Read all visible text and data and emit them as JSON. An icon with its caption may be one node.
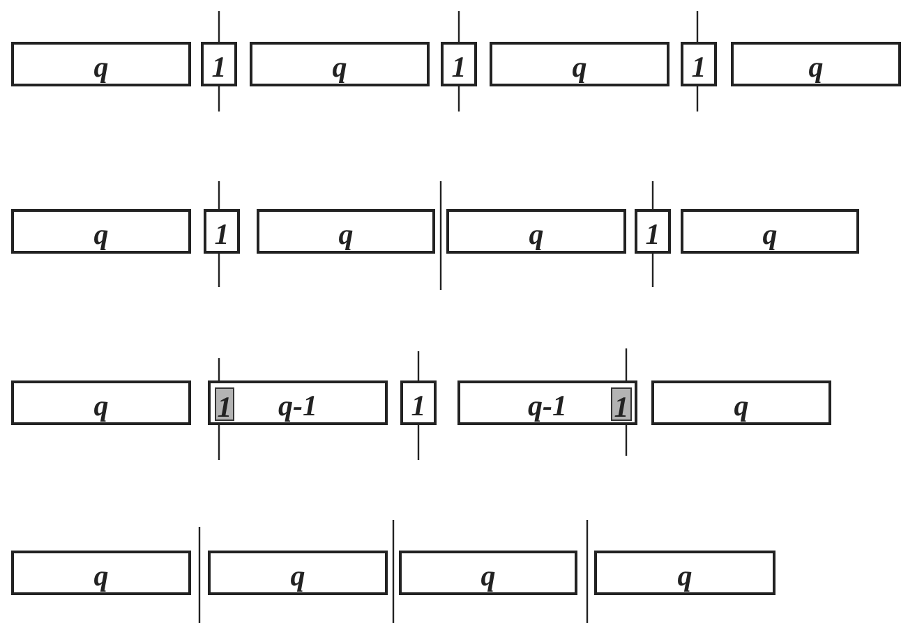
{
  "diagram": {
    "nodes": [
      {
        "text": [
          "q"
        ]
      },
      {
        "text": [
          "1"
        ]
      },
      {
        "text": [
          "q"
        ]
      },
      {
        "text": [
          "1"
        ]
      },
      {
        "text": [
          "q"
        ]
      },
      {
        "text": [
          "1"
        ]
      },
      {
        "text": [
          "q"
        ]
      },
      {
        "text": [
          "q"
        ]
      },
      {
        "text": [
          "1"
        ]
      },
      {
        "text": [
          "q"
        ]
      },
      {
        "text": [
          "q"
        ]
      },
      {
        "text": [
          "1"
        ]
      },
      {
        "text": [
          "q"
        ]
      },
      {
        "text": [
          "q"
        ]
      },
      {
        "text": [
          "q-1"
        ]
      },
      {
        "text": [
          "1"
        ],
        "in": 14
      },
      {
        "text": [
          "1"
        ]
      },
      {
        "text": [
          "q-1"
        ]
      },
      {
        "text": [
          "1"
        ],
        "in": 17
      },
      {
        "text": [
          "q"
        ]
      },
      {
        "text": [
          "q"
        ]
      },
      {
        "text": [
          "q"
        ]
      },
      {
        "text": [
          "q"
        ]
      },
      {
        "text": [
          "q"
        ]
      }
    ]
  }
}
